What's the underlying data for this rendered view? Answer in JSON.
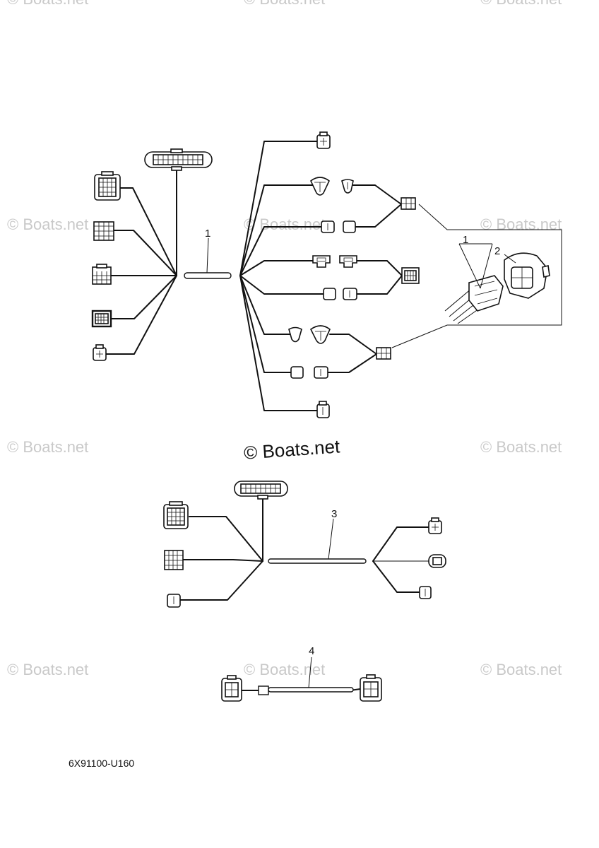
{
  "watermark": {
    "text": "© Boats.net",
    "main_text": "© Boats.net"
  },
  "callouts": {
    "harness_1": "1",
    "detail_1": "1",
    "detail_2": "2",
    "harness_3": "3",
    "harness_4": "4"
  },
  "part_code": "6X91100-U160"
}
